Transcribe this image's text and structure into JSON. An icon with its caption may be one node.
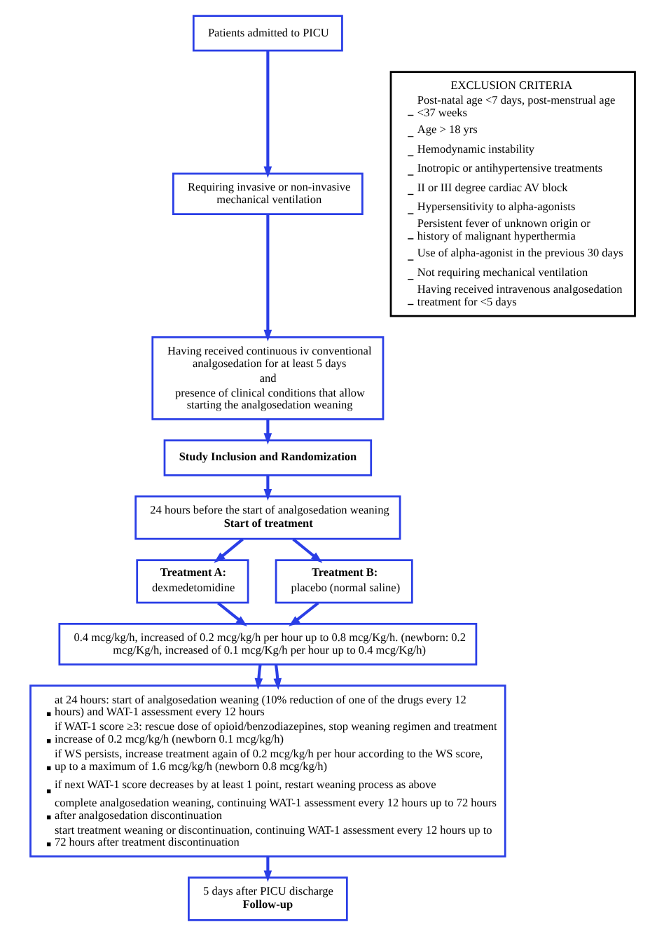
{
  "diagram": {
    "nodes": [
      {
        "text": [
          "Patients admitted to PICU"
        ]
      },
      {
        "text": [
          "Requiring invasive or non-invasive mechanical ventilation"
        ]
      },
      {
        "text": [
          "Having received continuous iv conventional analgosedation for at least 5 days",
          "and",
          "presence of clinical conditions that allow starting the analgosedation weaning"
        ]
      },
      {
        "text": [
          "EXCLUSION CRITERIA",
          "Post-natal age <7 days, post-menstrual age <37 weeks",
          "Age > 18 yrs",
          "Hemodynamic instability",
          "Inotropic or antihypertensive treatments",
          "II or III degree cardiac AV block",
          "Hypersensitivity to alpha-agonists",
          "Persistent fever of unknown origin or history of malignant hyperthermia",
          "Use of alpha-agonist in the previous 30 days",
          "Not requiring mechanical ventilation",
          "Having received intravenous analgosedation treatment for <5 days"
        ]
      },
      {
        "text": [
          "Study Inclusion and Randomization"
        ]
      },
      {
        "text": [
          "24 hours before the start of analgosedation weaning",
          "Start of treatment"
        ]
      },
      {
        "text": [
          "Treatment A:",
          "dexmedetomidine"
        ]
      },
      {
        "text": [
          "Treatment B:",
          "placebo (normal saline)"
        ]
      },
      {
        "text": [
          "0.4 mcg/kg/h, increased of 0.2 mcg/kg/h per hour up to 0.8 mcg/Kg/h. (newborn: 0.2 mcg/Kg/h, increased of 0.1 mcg/Kg/h per hour up to 0.4 mcg/Kg/h)"
        ]
      },
      {
        "text": [
          "at 24 hours: start of analgosedation weaning (10% reduction of one of the drugs every 12 hours) and WAT-1 assessment every 12 hours",
          "if WAT-1 score ≥3: rescue dose of opioid/benzodiazepines, stop weaning regimen and treatment increase of 0.2 mcg/kg/h (newborn 0.1 mcg/kg/h)",
          "if WS persists, increase treatment again of 0.2 mcg/kg/h per hour according to the WS score, up to a maximum of 1.6 mcg/kg/h (newborn 0.8 mcg/kg/h)",
          "if next WAT-1 score decreases by at least 1 point, restart weaning process as above",
          "complete analgosedation weaning, continuing WAT-1 assessment every 12 hours up to 72 hours after analgosedation discontinuation",
          "start treatment weaning or discontinuation, continuing WAT-1 assessment every 12 hours up to 72 hours after treatment discontinuation"
        ]
      },
      {
        "text": [
          "5 days after PICU discharge",
          "Follow-up"
        ]
      }
    ],
    "edges": [
      {
        "from": 0,
        "to": 1,
        "arrow": "to"
      },
      {
        "from": 1,
        "to": 2,
        "arrow": "to"
      },
      {
        "from": 2,
        "to": 4,
        "arrow": "to"
      },
      {
        "from": 4,
        "to": 5,
        "arrow": "to"
      },
      {
        "from": 5,
        "to": 6,
        "arrow": "to"
      },
      {
        "from": 5,
        "to": 7,
        "arrow": "to"
      },
      {
        "from": 6,
        "to": 8,
        "arrow": "to"
      },
      {
        "from": 7,
        "to": 8,
        "arrow": "to"
      },
      {
        "from": 8,
        "to": 9,
        "arrow": "to"
      },
      {
        "from": 8,
        "to": 9,
        "arrow": "to"
      },
      {
        "from": 9,
        "to": 10,
        "arrow": "to"
      }
    ]
  }
}
